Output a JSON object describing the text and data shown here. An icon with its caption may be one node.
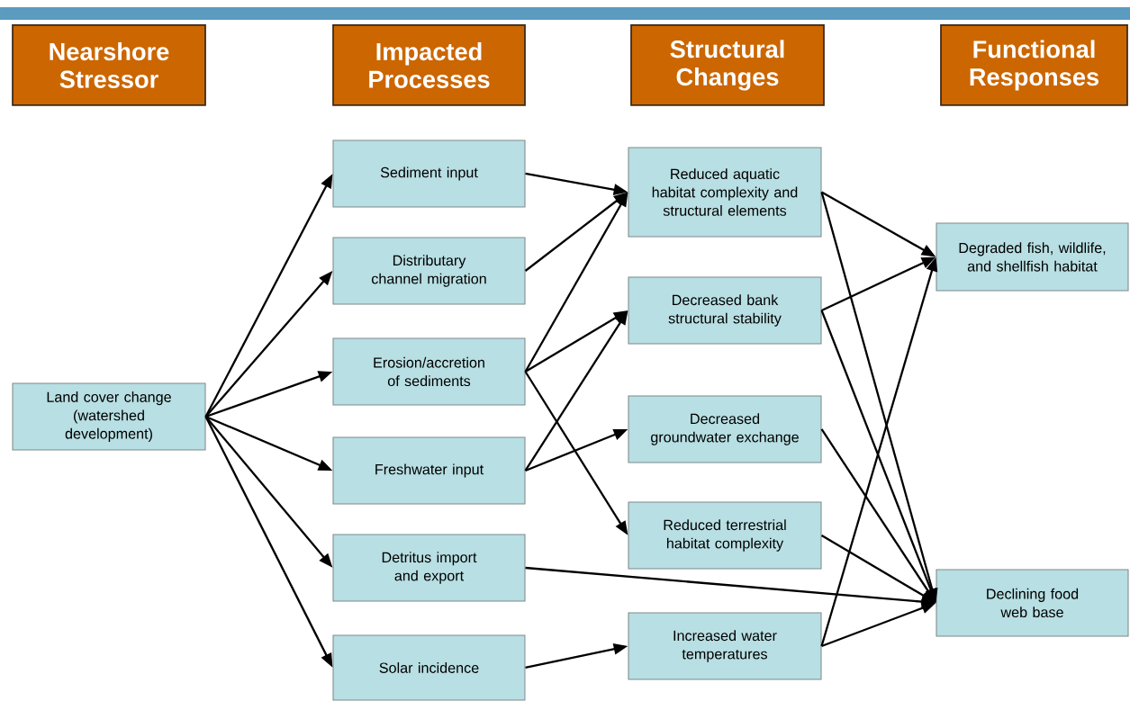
{
  "diagram": {
    "nodes": [
      {
        "text": [
          "Nearshore Stressor"
        ]
      },
      {
        "text": [
          "Impacted Processes"
        ]
      },
      {
        "text": [
          "Structural Changes"
        ]
      },
      {
        "text": [
          "Functional Responses"
        ]
      },
      {
        "text": [
          "Land cover change (watershed development)"
        ]
      },
      {
        "text": [
          "Sediment input"
        ]
      },
      {
        "text": [
          "Distributary channel migration"
        ]
      },
      {
        "text": [
          "Erosion/accretion of sediments"
        ]
      },
      {
        "text": [
          "Freshwater input"
        ]
      },
      {
        "text": [
          "Detritus import and export"
        ]
      },
      {
        "text": [
          "Solar incidence"
        ]
      },
      {
        "text": [
          "Reduced aquatic habitat complexity and structural elements"
        ]
      },
      {
        "text": [
          "Decreased bank structural stability"
        ]
      },
      {
        "text": [
          "Decreased groundwater exchange"
        ]
      },
      {
        "text": [
          "Reduced terrestrial habitat complexity"
        ]
      },
      {
        "text": [
          "Increased water temperatures"
        ]
      },
      {
        "text": [
          "Degraded fish, wildlife, and shellfish habitat"
        ]
      },
      {
        "text": [
          "Declining food web base"
        ]
      },
      {
        "text": [],
        "shape": "bar"
      }
    ],
    "edges": [
      {
        "from": 4,
        "to": 5,
        "arrow": "to"
      },
      {
        "from": 4,
        "to": 6,
        "arrow": "to"
      },
      {
        "from": 4,
        "to": 7,
        "arrow": "to"
      },
      {
        "from": 4,
        "to": 8,
        "arrow": "to"
      },
      {
        "from": 4,
        "to": 9,
        "arrow": "to"
      },
      {
        "from": 4,
        "to": 10,
        "arrow": "to"
      },
      {
        "from": 5,
        "to": 11,
        "arrow": "to"
      },
      {
        "from": 6,
        "to": 11,
        "arrow": "to"
      },
      {
        "from": 7,
        "to": 11,
        "arrow": "to"
      },
      {
        "from": 7,
        "to": 12,
        "arrow": "to"
      },
      {
        "from": 7,
        "to": 14,
        "arrow": "to"
      },
      {
        "from": 8,
        "to": 12,
        "arrow": "to"
      },
      {
        "from": 8,
        "to": 13,
        "arrow": "to"
      },
      {
        "from": 9,
        "to": 17,
        "arrow": "to"
      },
      {
        "from": 10,
        "to": 15,
        "arrow": "to"
      },
      {
        "from": 11,
        "to": 16,
        "arrow": "to"
      },
      {
        "from": 11,
        "to": 17,
        "arrow": "to"
      },
      {
        "from": 12,
        "to": 16,
        "arrow": "to"
      },
      {
        "from": 12,
        "to": 17,
        "arrow": "to"
      },
      {
        "from": 13,
        "to": 17,
        "arrow": "to"
      },
      {
        "from": 14,
        "to": 17,
        "arrow": "to"
      },
      {
        "from": 15,
        "to": 16,
        "arrow": "to"
      },
      {
        "from": 15,
        "to": 17,
        "arrow": "to"
      }
    ]
  }
}
